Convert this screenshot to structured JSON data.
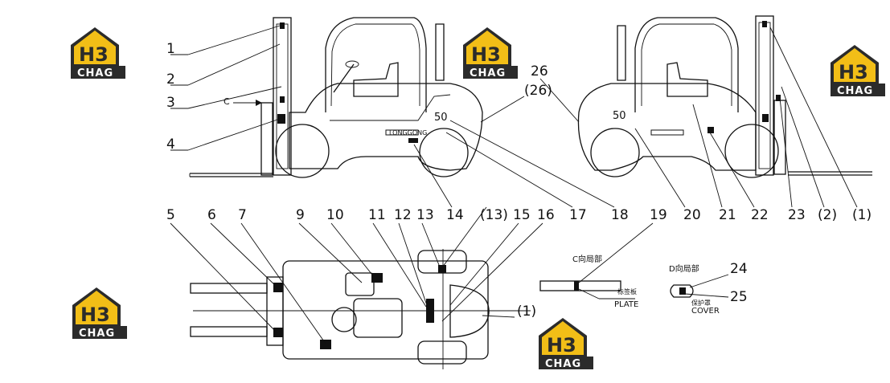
{
  "watermark": {
    "logo_top": "H3",
    "logo_text": "CHAG",
    "colors": {
      "gold": "#F2BE17",
      "dark": "#2B2B2B"
    }
  },
  "side_left_labels": [
    "1",
    "2",
    "3",
    "4"
  ],
  "view_arrow_label": "C",
  "bottom_row_labels": [
    "14",
    "(13)",
    "15",
    "16",
    "17",
    "18",
    "19",
    "20",
    "21",
    "22",
    "23",
    "(2)",
    "(1)"
  ],
  "upper_callouts": {
    "c26": "26",
    "c26p": "(26)"
  },
  "top_view_labels": [
    "5",
    "6",
    "7",
    "9",
    "10",
    "11",
    "12",
    "13"
  ],
  "top_view_right": "(1)",
  "detail_c": {
    "title": "C向局部",
    "cn": "标签板",
    "en": "PLATE"
  },
  "detail_d": {
    "title": "D向局部",
    "n24": "24",
    "n25": "25",
    "cn": "保护罩",
    "en": "COVER"
  },
  "body_text": {
    "model": "50",
    "brand_vertical": "LONGGONG"
  }
}
